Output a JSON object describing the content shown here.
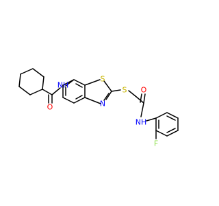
{
  "molecule": {
    "atoms": {
      "carbonyl_o": "O",
      "amide_nh_left": "NH",
      "ring_s": "S",
      "ring_n": "N",
      "thioether_s": "S",
      "carbonyl_o_right": "O",
      "amide_nh_right": "NH",
      "fluorine": "F"
    },
    "colors": {
      "oxygen": "#ff0000",
      "nitrogen": "#0000ff",
      "sulfur": "#c8b400",
      "fluorine": "#90e050",
      "bond": "#000000"
    }
  }
}
